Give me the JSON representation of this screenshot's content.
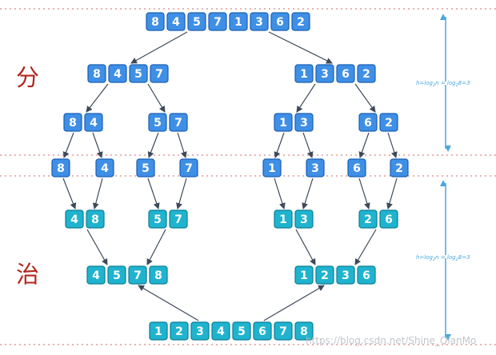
{
  "labels": {
    "divide": "分",
    "conquer": "治"
  },
  "height_formula": {
    "prefix": "h=log",
    "base": "2",
    "mid": "n = log",
    "base2": "2",
    "suffix": "8=3"
  },
  "watermark": "https://blog.csdn.net/Shine_QianMo",
  "colors": {
    "divide_fill": "#3f8fe6",
    "divide_stroke": "#1a5fb4",
    "conquer_fill": "#1fb3cf",
    "conquer_stroke": "#0b7f93",
    "arrow": "#3d4a5a",
    "separator": "#d46a6a",
    "measure": "#4aa7de"
  },
  "divide": {
    "level0": [
      [
        "8",
        "4",
        "5",
        "7",
        "1",
        "3",
        "6",
        "2"
      ]
    ],
    "level1": [
      [
        "8",
        "4",
        "5",
        "7"
      ],
      [
        "1",
        "3",
        "6",
        "2"
      ]
    ],
    "level2": [
      [
        "8",
        "4"
      ],
      [
        "5",
        "7"
      ],
      [
        "1",
        "3"
      ],
      [
        "6",
        "2"
      ]
    ],
    "level3": [
      [
        "8"
      ],
      [
        "4"
      ],
      [
        "5"
      ],
      [
        "7"
      ],
      [
        "1"
      ],
      [
        "3"
      ],
      [
        "6"
      ],
      [
        "2"
      ]
    ]
  },
  "conquer": {
    "level0": [
      [
        "4",
        "8"
      ],
      [
        "5",
        "7"
      ],
      [
        "1",
        "3"
      ],
      [
        "2",
        "6"
      ]
    ],
    "level1": [
      [
        "4",
        "5",
        "7",
        "8"
      ],
      [
        "1",
        "2",
        "3",
        "6"
      ]
    ],
    "level2": [
      [
        "1",
        "2",
        "3",
        "4",
        "5",
        "6",
        "7",
        "8"
      ]
    ]
  }
}
